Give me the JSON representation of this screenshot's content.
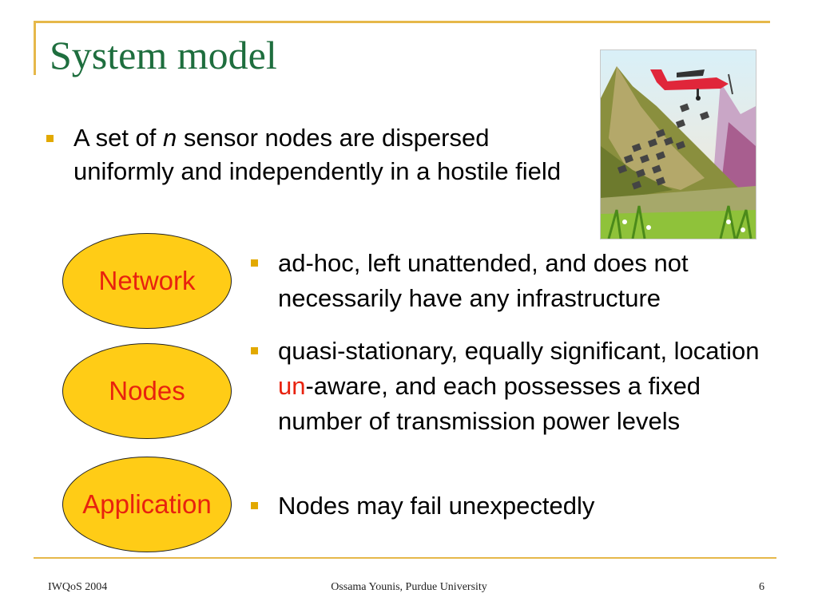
{
  "title": "System model",
  "main_bullet": {
    "prefix": "A set of ",
    "var": "n",
    "rest": " sensor nodes are dispersed uniformly and independently in a hostile field"
  },
  "ovals": [
    {
      "label": "Network"
    },
    {
      "label": "Nodes"
    },
    {
      "label": "Application"
    }
  ],
  "sub_bullets": {
    "network": "ad-hoc, left unattended, and does not necessarily have any infrastructure",
    "nodes": {
      "part1": "quasi-stationary, equally significant, location ",
      "highlight": "un",
      "part2": "-aware, and each possesses a fixed number of transmission power levels"
    },
    "application": "Nodes may fail unexpectedly"
  },
  "footer": {
    "left": "IWQoS 2004",
    "center": "Ossama Younis, Purdue University",
    "page": "6"
  },
  "colors": {
    "title": "#1e6e3e",
    "accent_line": "#e6b84a",
    "bullet_square": "#e2a900",
    "oval_fill": "#ffcc16",
    "oval_text": "#e8220e",
    "highlight": "#e8220e"
  }
}
